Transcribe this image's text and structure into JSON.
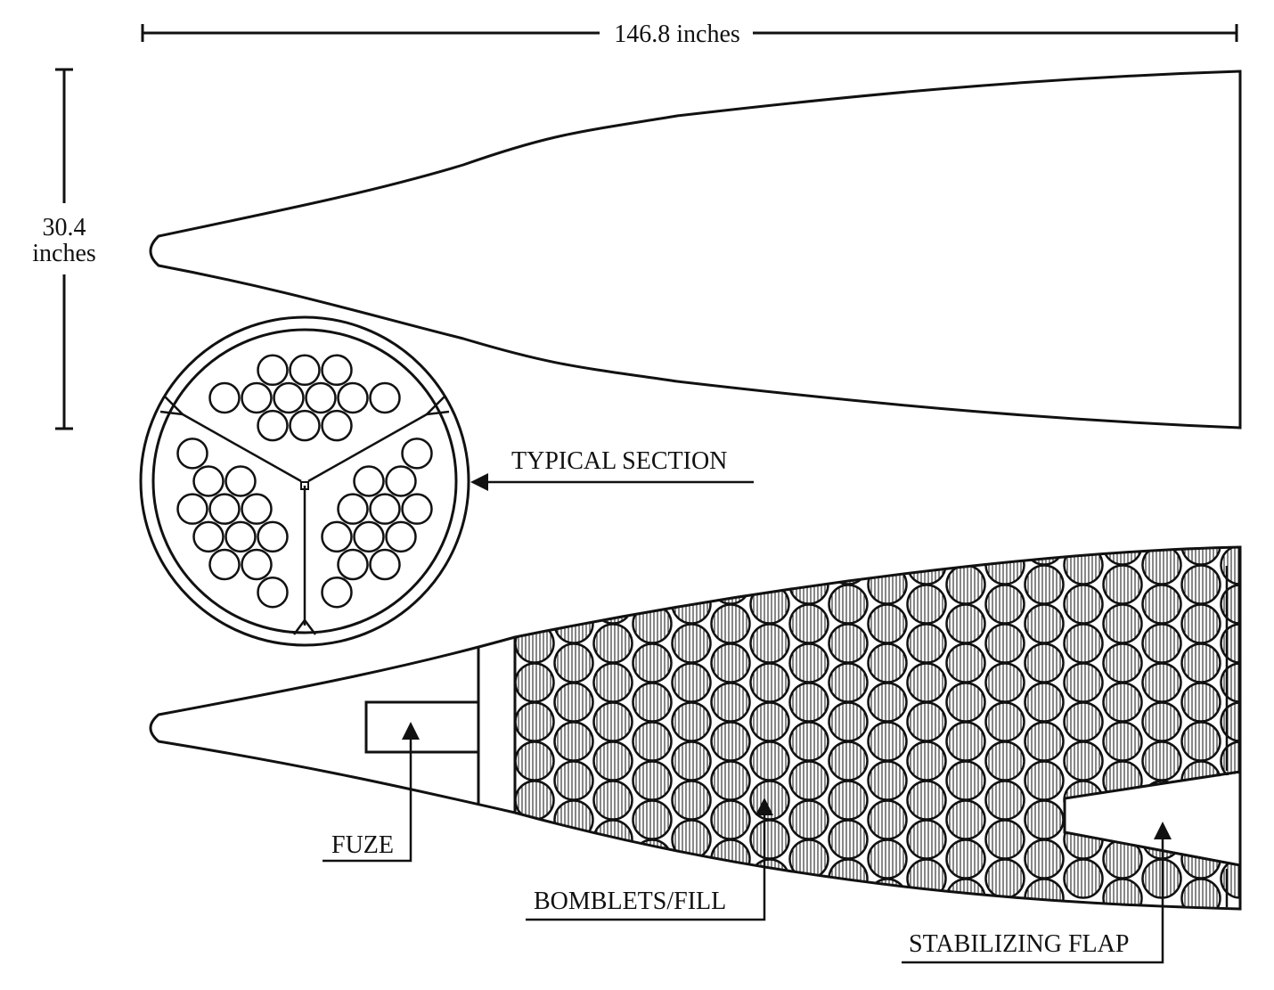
{
  "dimensions": {
    "length_label": "146.8 inches",
    "diameter_value": "30.4",
    "diameter_unit": "inches"
  },
  "labels": {
    "typical_section": "TYPICAL SECTION",
    "fuze": "FUZE",
    "bomblets": "BOMBLETS/FILL",
    "stabilizing_flap": "STABILIZING FLAP"
  },
  "colors": {
    "line": "#111111",
    "background": "#ffffff"
  }
}
